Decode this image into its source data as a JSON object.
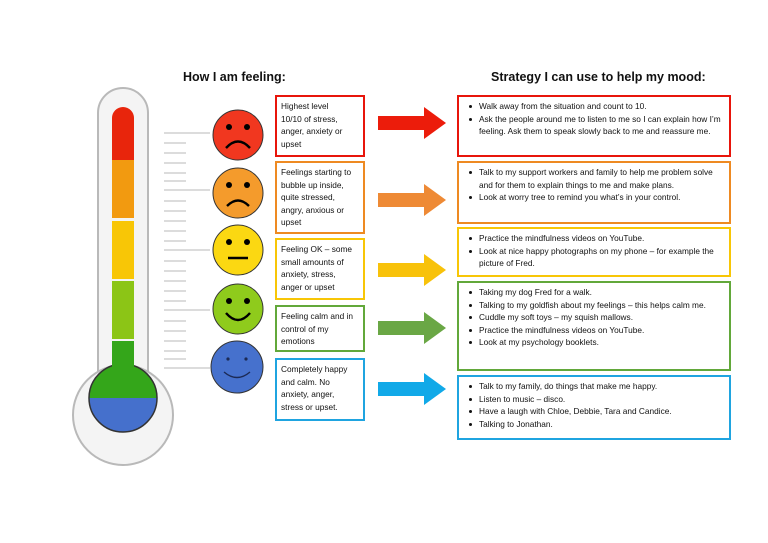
{
  "headings": {
    "left": "How I am feeling:",
    "right": "Strategy I can use to help my mood:"
  },
  "colors": {
    "red": "#e8150b",
    "orange": "#ee8a22",
    "yellow": "#f8c606",
    "green": "#62a83a",
    "blue": "#1fa4e0"
  },
  "levels": [
    {
      "id": "red",
      "face": "frowning-face",
      "feeling": [
        "Highest level",
        "10/10 of stress,",
        "anger, anxiety or",
        "upset"
      ],
      "strategies": [
        "Walk away from the situation and count to 10.",
        "Ask the people around me to listen to me so I can explain how I’m feeling. Ask them to speak slowly back to me and reassure me."
      ]
    },
    {
      "id": "orange",
      "face": "frowning-face",
      "feeling": [
        "Feelings starting to",
        "bubble up inside,",
        "quite stressed,",
        "angry, anxious or",
        "upset"
      ],
      "strategies": [
        "Talk to my support workers and family to help me problem solve and for them to explain things to me and make plans.",
        "Look at worry tree to remind you what’s in your control."
      ]
    },
    {
      "id": "yellow",
      "face": "neutral-face",
      "feeling": [
        "Feeling OK – some",
        "small amounts of",
        "anxiety, stress,",
        "anger or upset"
      ],
      "strategies": [
        "Practice the mindfulness videos on YouTube.",
        "Look at nice happy photographs on my phone – for example the picture of Fred."
      ]
    },
    {
      "id": "green",
      "face": "smiling-face",
      "feeling": [
        "Feeling calm and in",
        "control of my",
        "emotions"
      ],
      "strategies": [
        "Taking my dog Fred for a walk.",
        "Talking to my goldfish about my feelings – this helps calm me.",
        "Cuddle my soft toys – my squish mallows.",
        "Practice the mindfulness videos on YouTube.",
        "Look at my psychology booklets."
      ]
    },
    {
      "id": "blue",
      "face": "smiling-face",
      "feeling": [
        "Completely happy",
        "and calm. No",
        "anxiety, anger,",
        "stress or upset."
      ],
      "strategies": [
        "Talk to my family, do things that make me happy.",
        "Listen to music – disco.",
        "Have a laugh with Chloe, Debbie, Tara and Candice.",
        "Talking to Jonathan."
      ]
    }
  ]
}
